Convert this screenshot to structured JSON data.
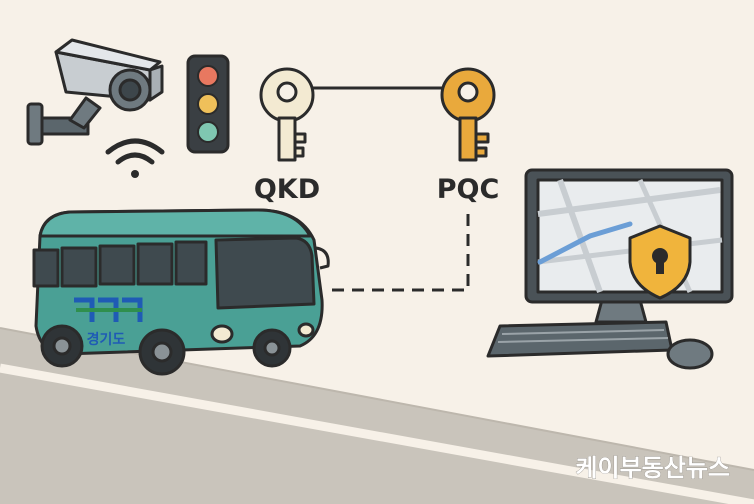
{
  "keys": {
    "qkd_label": "QKD",
    "pqc_label": "PQC"
  },
  "bus": {
    "brand_text": "경기도"
  },
  "watermark": {
    "text": "케이부동산뉴스"
  },
  "icons": {
    "cctv": "cctv-camera-icon",
    "traffic_light": "traffic-light-icon",
    "wifi": "wifi-signal-icon",
    "qkd_key": "key-icon",
    "pqc_key": "key-icon",
    "computer": "desktop-computer-icon",
    "shield": "shield-lock-icon",
    "map": "map-icon",
    "bus": "bus-icon"
  },
  "colors": {
    "background": "#f7f1e8",
    "road": "#c9c4bb",
    "bus_body": "#4aa095",
    "qkd_key": "#f3ead2",
    "pqc_key": "#e9a93c",
    "shield": "#f0b43c",
    "outline": "#2b2b2b",
    "brand_blue": "#1f5bb5",
    "brand_green": "#2f8f4e"
  }
}
